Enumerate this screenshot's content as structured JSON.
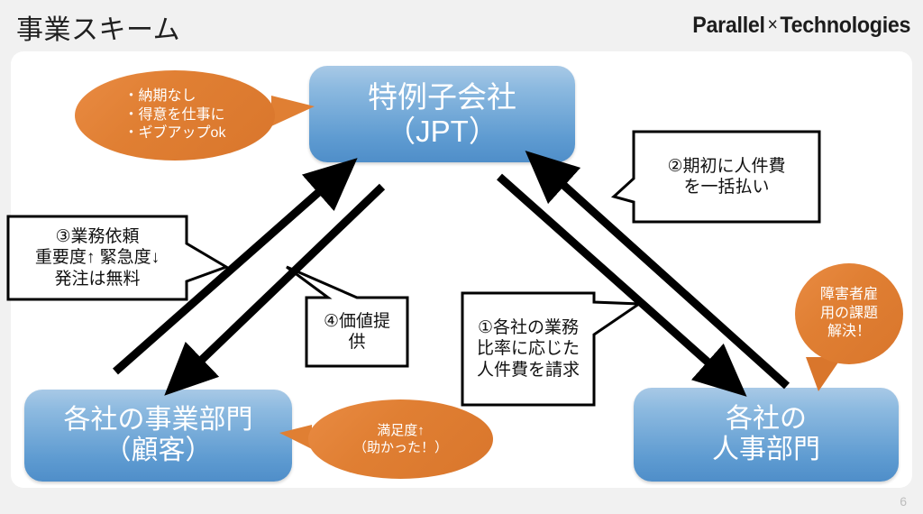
{
  "header": {
    "title": "事業スキーム",
    "logo_left": "Parallel",
    "logo_symbol": "×",
    "logo_right": "Technologies"
  },
  "page_number": "6",
  "colors": {
    "background": "#f1f1f1",
    "card": "#ffffff",
    "blue_box_light": "#a8c9e6",
    "blue_box_dark": "#4f8ec9",
    "orange_bubble": "#e07f33",
    "arrow": "#000000",
    "page_number": "#bdbdbd"
  },
  "boxes": {
    "jpt": {
      "line1": "特例子会社",
      "line2": "（JPT）"
    },
    "business_dept": {
      "line1": "各社の事業部門",
      "line2": "（顧客）"
    },
    "hr_dept": {
      "line1": "各社の",
      "line2": "人事部門"
    }
  },
  "bubbles": {
    "jpt_merits": {
      "line1": "・納期なし",
      "line2": "・得意を仕事に",
      "line3": "・ギブアップok"
    },
    "satisfaction": {
      "line1": "満足度↑",
      "line2": "（助かった！）"
    },
    "solve": {
      "line1": "障害者雇",
      "line2": "用の課題",
      "line3": "解決！"
    }
  },
  "callouts": {
    "step1": {
      "line1": "①各社の業務",
      "line2": "比率に応じた",
      "line3": "人件費を請求"
    },
    "step2": {
      "line1": "②期初に人件費",
      "line2": "を一括払い"
    },
    "step3": {
      "line1": "③業務依頼",
      "line2": "重要度↑ 緊急度↓",
      "line3": "発注は無料"
    },
    "step4": {
      "line1": "④価値提",
      "line2": "供"
    }
  },
  "arrows": [
    {
      "name": "work-request-to-jpt",
      "direction": "up-right",
      "from": "business-dept",
      "to": "jpt"
    },
    {
      "name": "value-delivery-to-business",
      "direction": "down-left",
      "from": "jpt",
      "to": "business-dept"
    },
    {
      "name": "invoice-to-hr",
      "direction": "down-right",
      "from": "jpt",
      "to": "hr-dept"
    },
    {
      "name": "lump-payment-to-jpt",
      "direction": "up-left",
      "from": "hr-dept",
      "to": "jpt"
    }
  ]
}
